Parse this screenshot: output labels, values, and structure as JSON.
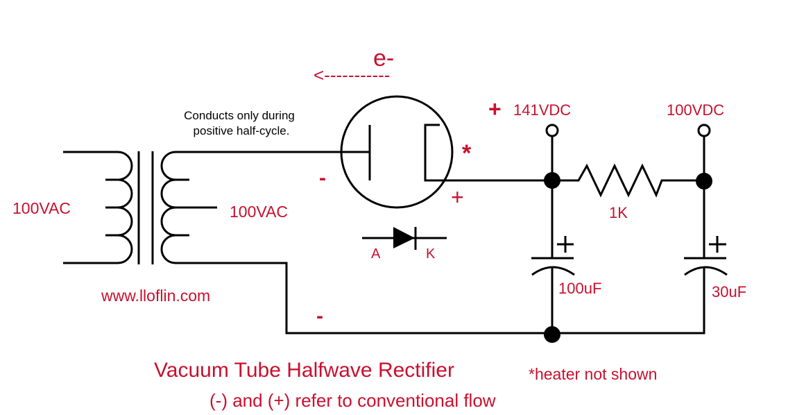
{
  "diagram": {
    "title": "Vacuum Tube Halfwave Rectifier",
    "subtitle": "(-) and (+) refer to conventional flow",
    "footnote": "*heater not shown",
    "watermark": "www.lloflin.com",
    "electron_label": "e-",
    "electron_arrow": "<-----------",
    "conduction_note_line1": "Conducts only during",
    "conduction_note_line2": "positive half-cycle.",
    "primary_voltage": "100VAC",
    "secondary_voltage": "100VAC",
    "plate_polarity": "-",
    "cathode_polarity": "+",
    "return_polarity": "-",
    "heater_marker": "*",
    "diode_anode_label": "A",
    "diode_cathode_label": "K",
    "output1_plus": "+",
    "output1_voltage": "141VDC",
    "output2_voltage": "100VDC",
    "resistor_value": "1K",
    "cap1_value": "100uF",
    "cap2_value": "30uF",
    "cap_plus": "+",
    "colors": {
      "label": "#c8102e",
      "wire": "#000000"
    }
  }
}
